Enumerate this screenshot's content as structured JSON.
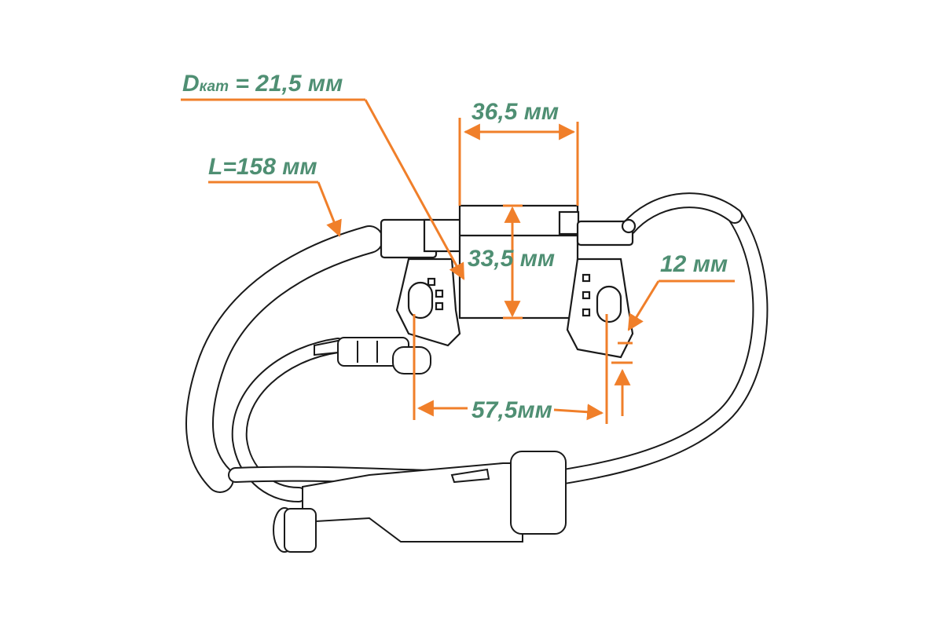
{
  "diagram": {
    "colors": {
      "dimension": "#f07f2a",
      "label": "#4f8f73",
      "outline": "#1a1a1a",
      "fill": "#ffffff"
    },
    "labels": {
      "d_kat_prefix": "D",
      "d_kat_subscript": "кат",
      "d_kat_value": " = 21,5 мм",
      "length": "L=158 мм",
      "width_top": "36,5 мм",
      "height_core": "33,5 мм",
      "thickness": "12 мм",
      "mount_spacing": "57,5мм"
    }
  }
}
